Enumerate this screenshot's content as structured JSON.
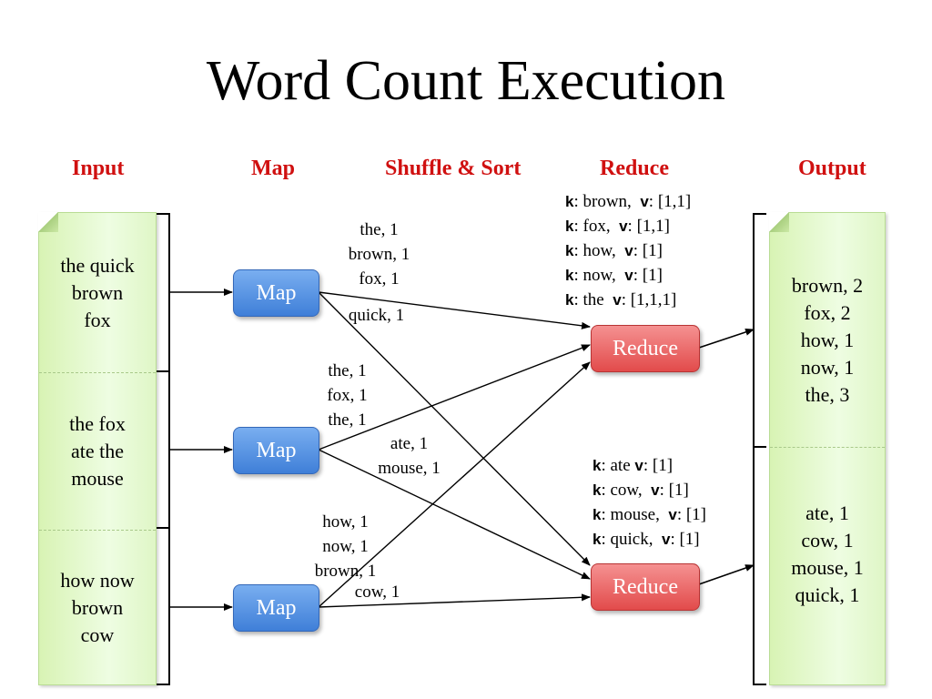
{
  "title": "Word Count Execution",
  "headers": {
    "input": "Input",
    "map": "Map",
    "shuffle": "Shuffle & Sort",
    "reduce": "Reduce",
    "output": "Output"
  },
  "inputs": [
    [
      "the quick",
      "brown",
      "fox"
    ],
    [
      "the fox",
      "ate the",
      "mouse"
    ],
    [
      "how now",
      "brown",
      "cow"
    ]
  ],
  "map_label": "Map",
  "reduce_label": "Reduce",
  "map_outputs": {
    "m1_group": [
      "the, 1",
      "brown, 1",
      "fox, 1"
    ],
    "m1_quick": "quick, 1",
    "m2_group": [
      "the, 1",
      "fox, 1",
      "the, 1"
    ],
    "m2_group2": [
      "ate, 1",
      "mouse, 1"
    ],
    "m3_group": [
      "how, 1",
      "now, 1",
      "brown, 1"
    ],
    "m3_cow": "cow, 1"
  },
  "reduce1_kv": [
    {
      "k": "brown,",
      "v": "[1,1]"
    },
    {
      "k": "fox,",
      "v": "[1,1]"
    },
    {
      "k": "how,",
      "v": "[1]"
    },
    {
      "k": "now,",
      "v": "[1]"
    },
    {
      "k": "the",
      "v": "[1,1,1]"
    }
  ],
  "reduce2_kv": [
    {
      "k": "ate",
      "v": "[1]"
    },
    {
      "k": "cow,",
      "v": "[1]"
    },
    {
      "k": "mouse,",
      "v": "[1]"
    },
    {
      "k": "quick,",
      "v": "[1]"
    }
  ],
  "k_label": "k",
  "v_label": "v",
  "outputs": [
    [
      "brown, 2",
      "fox, 2",
      "how, 1",
      "now, 1",
      "the, 3"
    ],
    [
      "ate, 1",
      "cow, 1",
      "mouse, 1",
      "quick, 1"
    ]
  ],
  "colors": {
    "header": "#d01010",
    "map_box": "#4a88dd",
    "reduce_box": "#e65555",
    "doc_fill": "#e4f8cc"
  }
}
